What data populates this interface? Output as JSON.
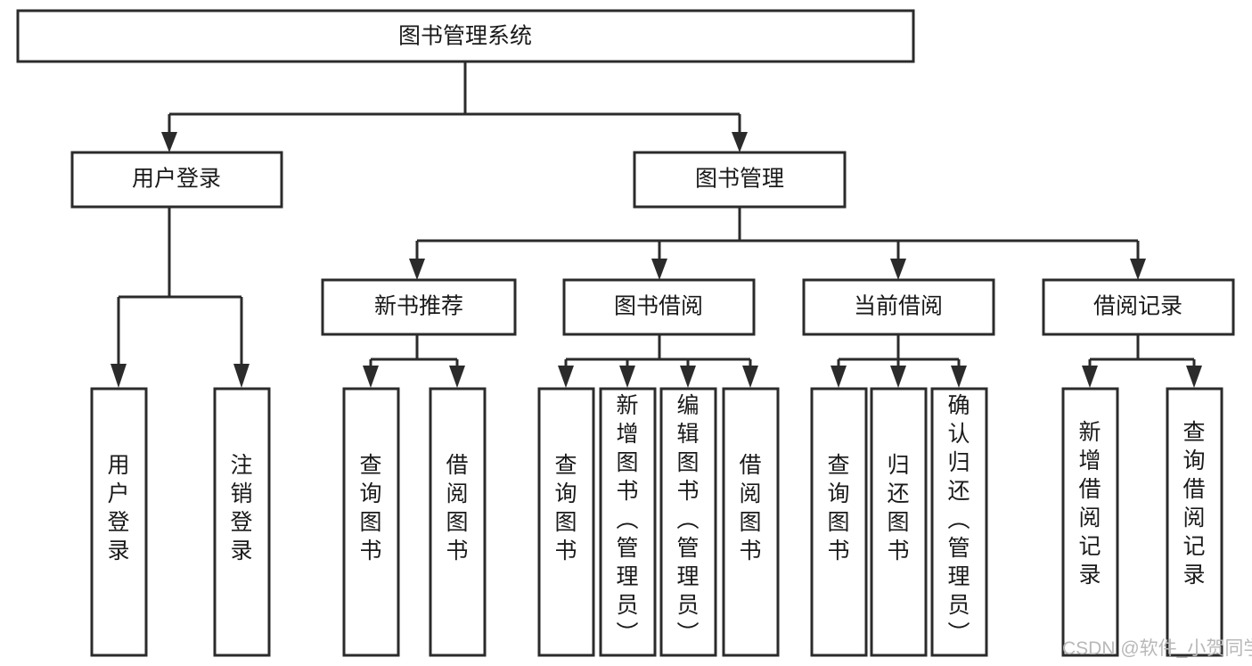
{
  "diagram": {
    "title": "图书管理系统",
    "type": "tree-hierarchy",
    "root": {
      "id": "root",
      "label": "图书管理系统"
    },
    "level2": [
      {
        "id": "user-login",
        "label": "用户登录"
      },
      {
        "id": "book-manage",
        "label": "图书管理"
      }
    ],
    "level3": [
      {
        "id": "new-book-rec",
        "label": "新书推荐",
        "parent": "book-manage"
      },
      {
        "id": "book-borrow",
        "label": "图书借阅",
        "parent": "book-manage"
      },
      {
        "id": "current-borrow",
        "label": "当前借阅",
        "parent": "book-manage"
      },
      {
        "id": "borrow-record",
        "label": "借阅记录",
        "parent": "book-manage"
      }
    ],
    "leaves": [
      {
        "id": "leaf-user-login",
        "label": "用户登录",
        "parent": "user-login"
      },
      {
        "id": "leaf-logout",
        "label": "注销登录",
        "parent": "user-login"
      },
      {
        "id": "leaf-query-book-1",
        "label": "查询图书",
        "parent": "new-book-rec"
      },
      {
        "id": "leaf-borrow-book-1",
        "label": "借阅图书",
        "parent": "new-book-rec"
      },
      {
        "id": "leaf-query-book-2",
        "label": "查询图书",
        "parent": "book-borrow"
      },
      {
        "id": "leaf-add-book",
        "label": "新增图书（管理员）",
        "parent": "book-borrow"
      },
      {
        "id": "leaf-edit-book",
        "label": "编辑图书（管理员）",
        "parent": "book-borrow"
      },
      {
        "id": "leaf-borrow-book-2",
        "label": "借阅图书",
        "parent": "book-borrow"
      },
      {
        "id": "leaf-query-book-3",
        "label": "查询图书",
        "parent": "current-borrow"
      },
      {
        "id": "leaf-return-book",
        "label": "归还图书",
        "parent": "current-borrow"
      },
      {
        "id": "leaf-confirm-return",
        "label": "确认归还（管理员）",
        "parent": "current-borrow"
      },
      {
        "id": "leaf-add-record",
        "label": "新增借阅记录",
        "parent": "borrow-record"
      },
      {
        "id": "leaf-query-record",
        "label": "查询借阅记录",
        "parent": "borrow-record"
      }
    ],
    "colors": {
      "box_fill": "#ffffff",
      "box_stroke": "#2b2b2b",
      "connector": "#2b2b2b",
      "text": "#1a1a1a",
      "background": "#ffffff",
      "watermark": "#b8b8b8"
    }
  },
  "watermark": {
    "text": "CSDN @软件_小贺同学"
  }
}
